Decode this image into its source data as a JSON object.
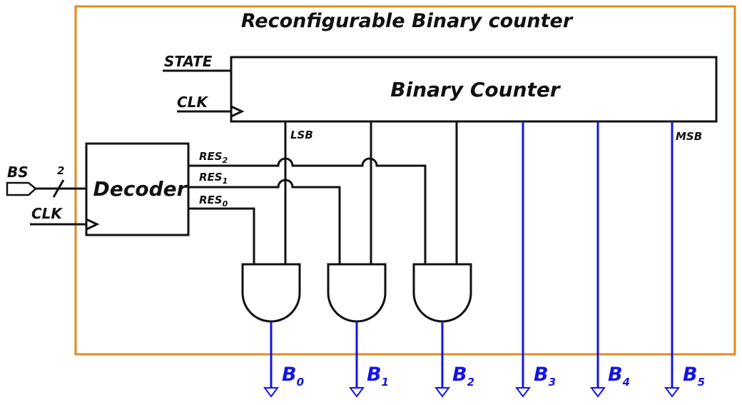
{
  "title": "Reconfigurable Binary counter",
  "counter": {
    "label": "Binary Counter",
    "state_label": "STATE",
    "clk_label": "CLK",
    "lsb_label": "LSB",
    "msb_label": "MSB"
  },
  "decoder": {
    "label": "Decoder",
    "clk_label": "CLK",
    "bus_width": "2",
    "outputs": [
      {
        "base": "RES",
        "sub": "2"
      },
      {
        "base": "RES",
        "sub": "1"
      },
      {
        "base": "RES",
        "sub": "0"
      }
    ]
  },
  "input": {
    "label": "BS"
  },
  "outputs": [
    {
      "base": "B",
      "sub": "0"
    },
    {
      "base": "B",
      "sub": "1"
    },
    {
      "base": "B",
      "sub": "2"
    },
    {
      "base": "B",
      "sub": "3"
    },
    {
      "base": "B",
      "sub": "4"
    },
    {
      "base": "B",
      "sub": "5"
    }
  ],
  "colors": {
    "frame": "#e08a1e",
    "wire": "#111111",
    "output": "#1515e0"
  }
}
